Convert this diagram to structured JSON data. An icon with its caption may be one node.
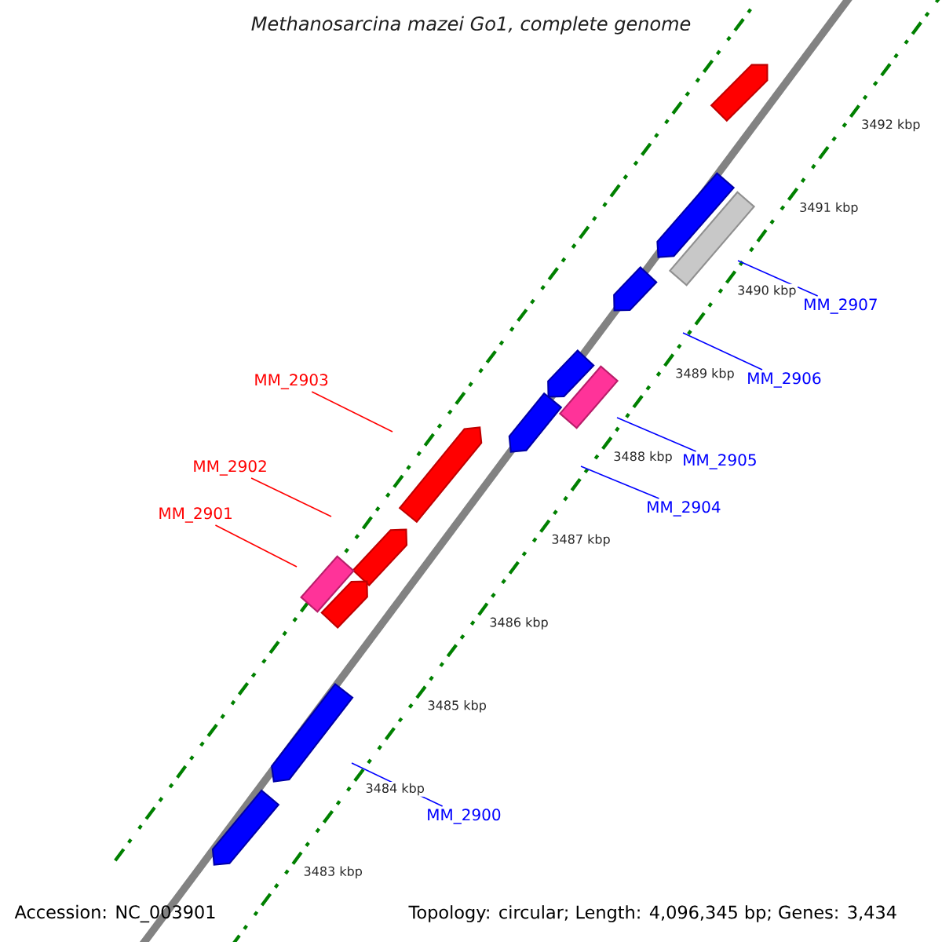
{
  "diagram": {
    "title": "Methanosarcina mazei Go1, complete genome",
    "nodes": [
      {
        "text": [
          "MM_2907"
        ]
      },
      {
        "text": [
          "MM_2906"
        ]
      },
      {
        "text": [
          "MM_2903"
        ]
      },
      {
        "text": [
          "MM_2905"
        ]
      },
      {
        "text": [
          "MM_2902"
        ]
      },
      {
        "text": [
          "MM_2904"
        ]
      },
      {
        "text": [
          "MM_2901"
        ]
      },
      {
        "text": [
          "MM_2900"
        ]
      }
    ],
    "edges": [
      {
        "from": 0,
        "to": null,
        "arrow": "none"
      },
      {
        "from": 1,
        "to": null,
        "arrow": "none"
      },
      {
        "from": 2,
        "to": null,
        "arrow": "none",
        "color": "#ff0000"
      },
      {
        "from": 3,
        "to": null,
        "arrow": "none"
      },
      {
        "from": 4,
        "to": null,
        "arrow": "none",
        "color": "#ff0000"
      },
      {
        "from": 5,
        "to": null,
        "arrow": "none"
      },
      {
        "from": 6,
        "to": null,
        "arrow": "none",
        "color": "#ff0000"
      },
      {
        "from": 7,
        "to": null,
        "arrow": "none"
      }
    ],
    "labels": [
      "3492 kbp",
      "3491 kbp",
      "3490 kbp",
      "3489 kbp",
      "3488 kbp",
      "3487 kbp",
      "3486 kbp",
      "3485 kbp",
      "3484 kbp",
      "3483 kbp",
      "Accession: NC_003901",
      "Topology: circular; Length: 4,096,345 bp; Genes: 3,434"
    ]
  }
}
